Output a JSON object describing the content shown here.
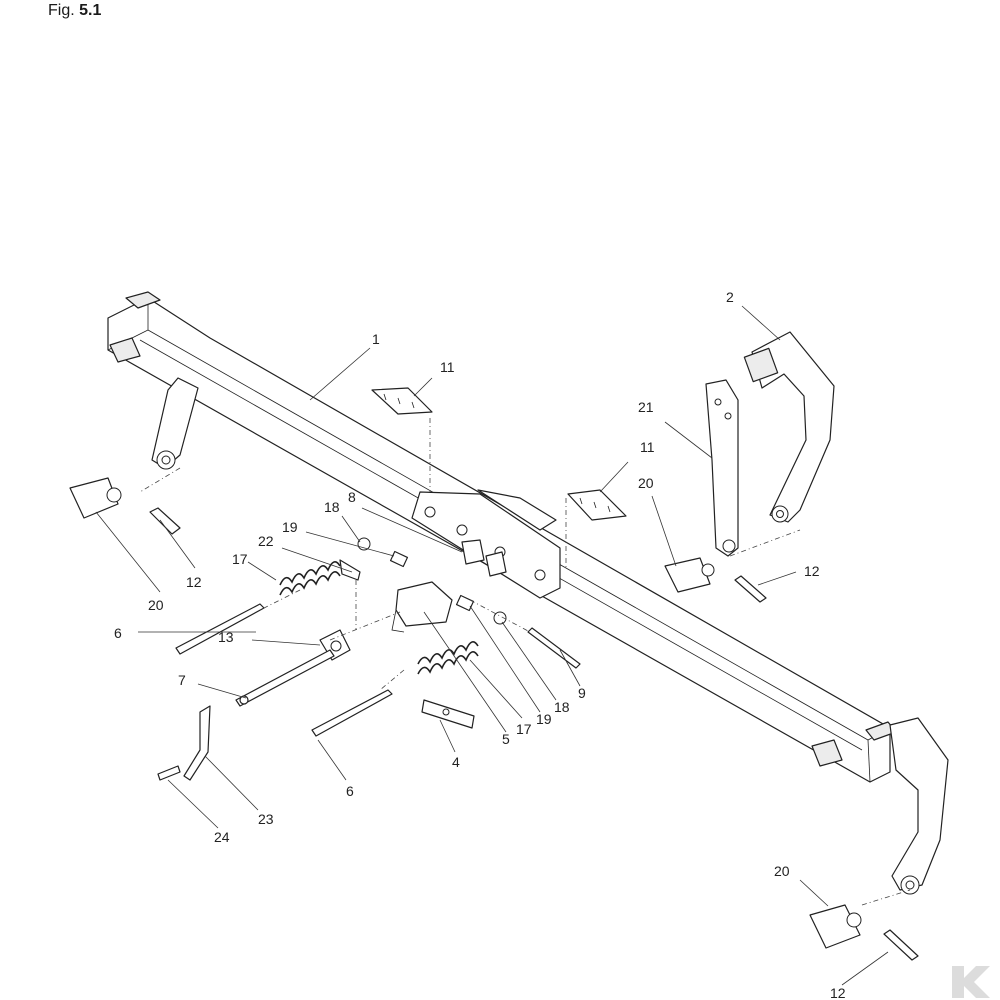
{
  "figure": {
    "prefix": "Fig.",
    "number": "5.1"
  },
  "callouts": [
    "1",
    "2",
    "11",
    "21",
    "11",
    "20",
    "18",
    "8",
    "19",
    "22",
    "17",
    "12",
    "20",
    "6",
    "13",
    "7",
    "12",
    "9",
    "18",
    "19",
    "17",
    "5",
    "4",
    "6",
    "23",
    "24",
    "20",
    "12"
  ],
  "watermark": {
    "name": "watermark-logo-icon"
  }
}
